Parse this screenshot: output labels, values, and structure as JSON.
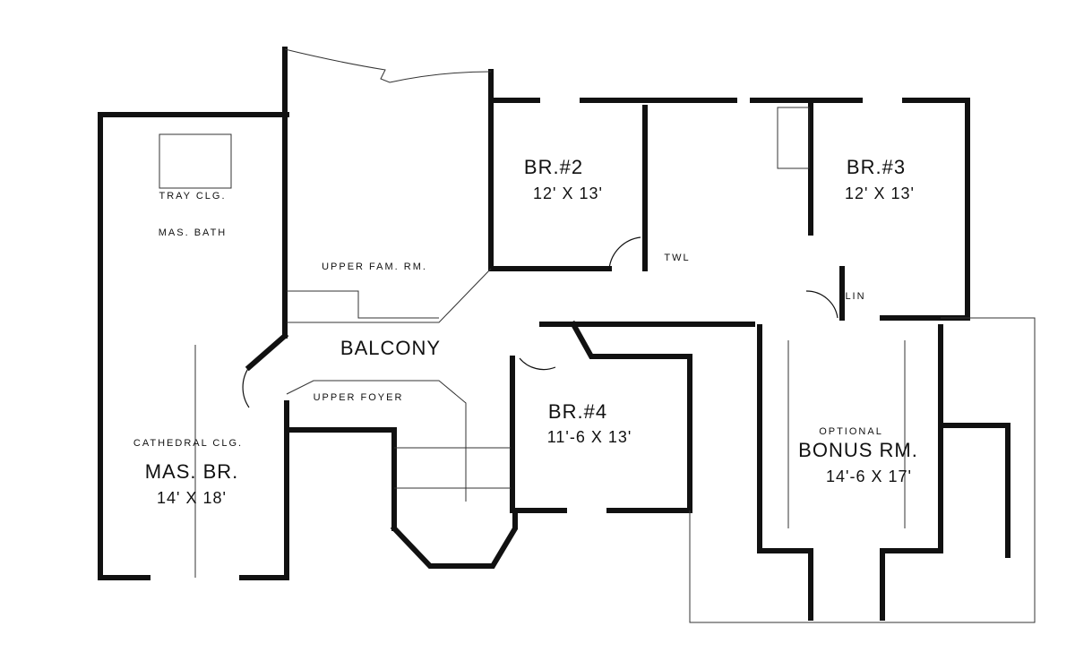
{
  "rooms": {
    "tray_clg": "TRAY CLG.",
    "mas_bath": "MAS. BATH",
    "upper_fam_rm": "UPPER FAM. RM.",
    "br2_name": "BR.#2",
    "br2_size": "12' X 13'",
    "br3_name": "BR.#3",
    "br3_size": "12' X 13'",
    "twl": "TWL",
    "lin": "LIN",
    "balcony": "BALCONY",
    "upper_foyer": "UPPER FOYER",
    "br4_name": "BR.#4",
    "br4_size": "11'-6 X 13'",
    "cathedral_clg": "CATHEDRAL CLG.",
    "mas_br_name": "MAS. BR.",
    "mas_br_size": "14' X 18'",
    "optional": "OPTIONAL",
    "bonus_name": "BONUS RM.",
    "bonus_size": "14'-6 X 17'"
  },
  "colors": {
    "wall": "#111111",
    "background": "#ffffff"
  }
}
